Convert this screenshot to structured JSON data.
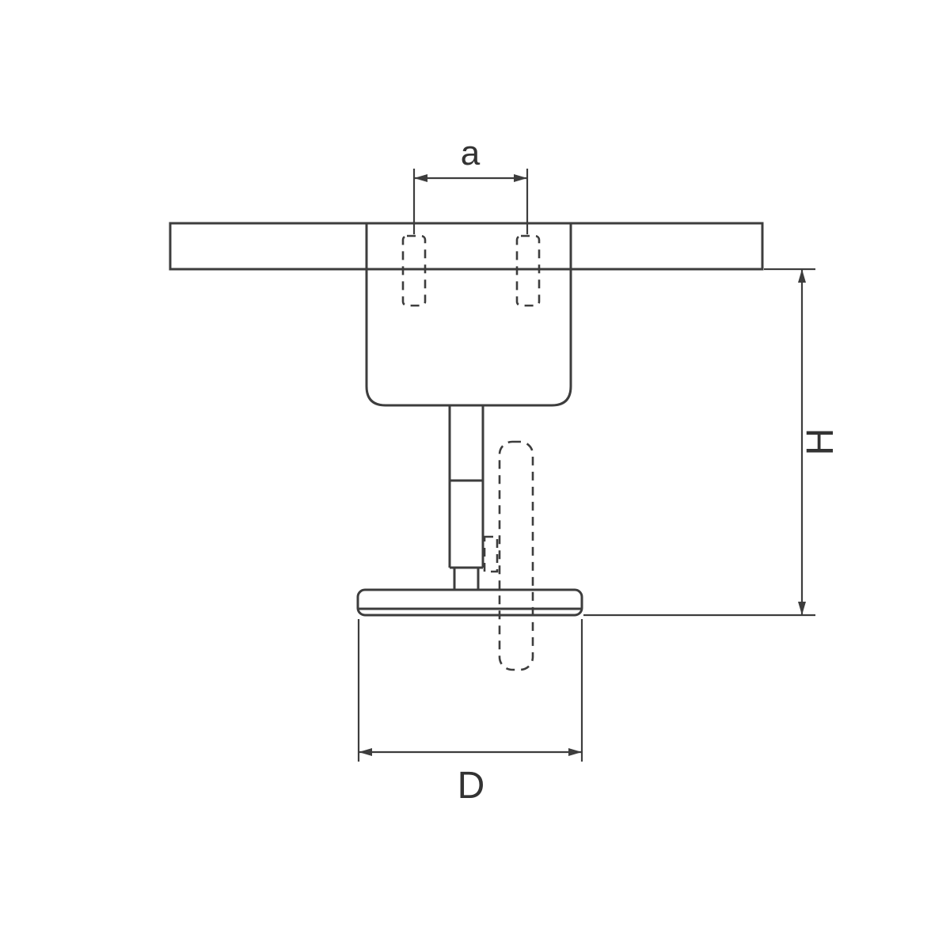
{
  "diagram": {
    "type": "technical-dimension-drawing",
    "subject": "ceiling-mounted adjustable spotlight fixture, side section view",
    "dimensions": {
      "a": "a",
      "H": "H",
      "D": "D"
    },
    "colors": {
      "line": "#3d3d3d",
      "text": "#333333",
      "background": "#ffffff"
    }
  }
}
